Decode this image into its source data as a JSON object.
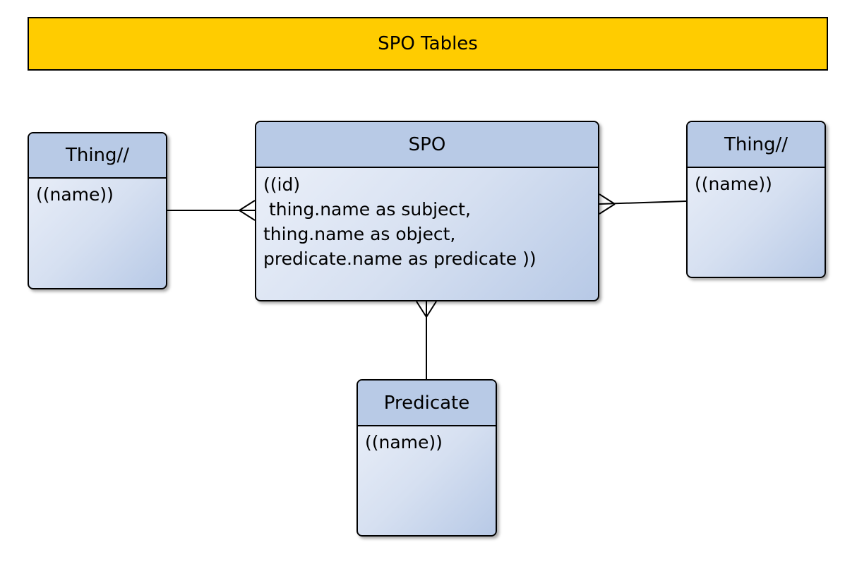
{
  "title": "SPO Tables",
  "colors": {
    "banner": "#ffcc00",
    "entity_header": "#b8cae6",
    "entity_body": "#d6e0f1",
    "line": "#000000"
  },
  "entities": {
    "thing_left": {
      "name": "Thing//",
      "attributes": "((name))"
    },
    "spo": {
      "name": "SPO",
      "attributes": "((id)\n thing.name as subject,\nthing.name as object,\npredicate.name as predicate ))"
    },
    "thing_right": {
      "name": "Thing//",
      "attributes": "((name))"
    },
    "predicate": {
      "name": "Predicate",
      "attributes": "((name))"
    }
  },
  "relationships": [
    {
      "from": "Thing//",
      "to": "SPO",
      "from_end": "one",
      "to_end": "many"
    },
    {
      "from": "Thing//",
      "to": "SPO",
      "from_end": "one",
      "to_end": "many"
    },
    {
      "from": "Predicate",
      "to": "SPO",
      "from_end": "one",
      "to_end": "many"
    }
  ]
}
